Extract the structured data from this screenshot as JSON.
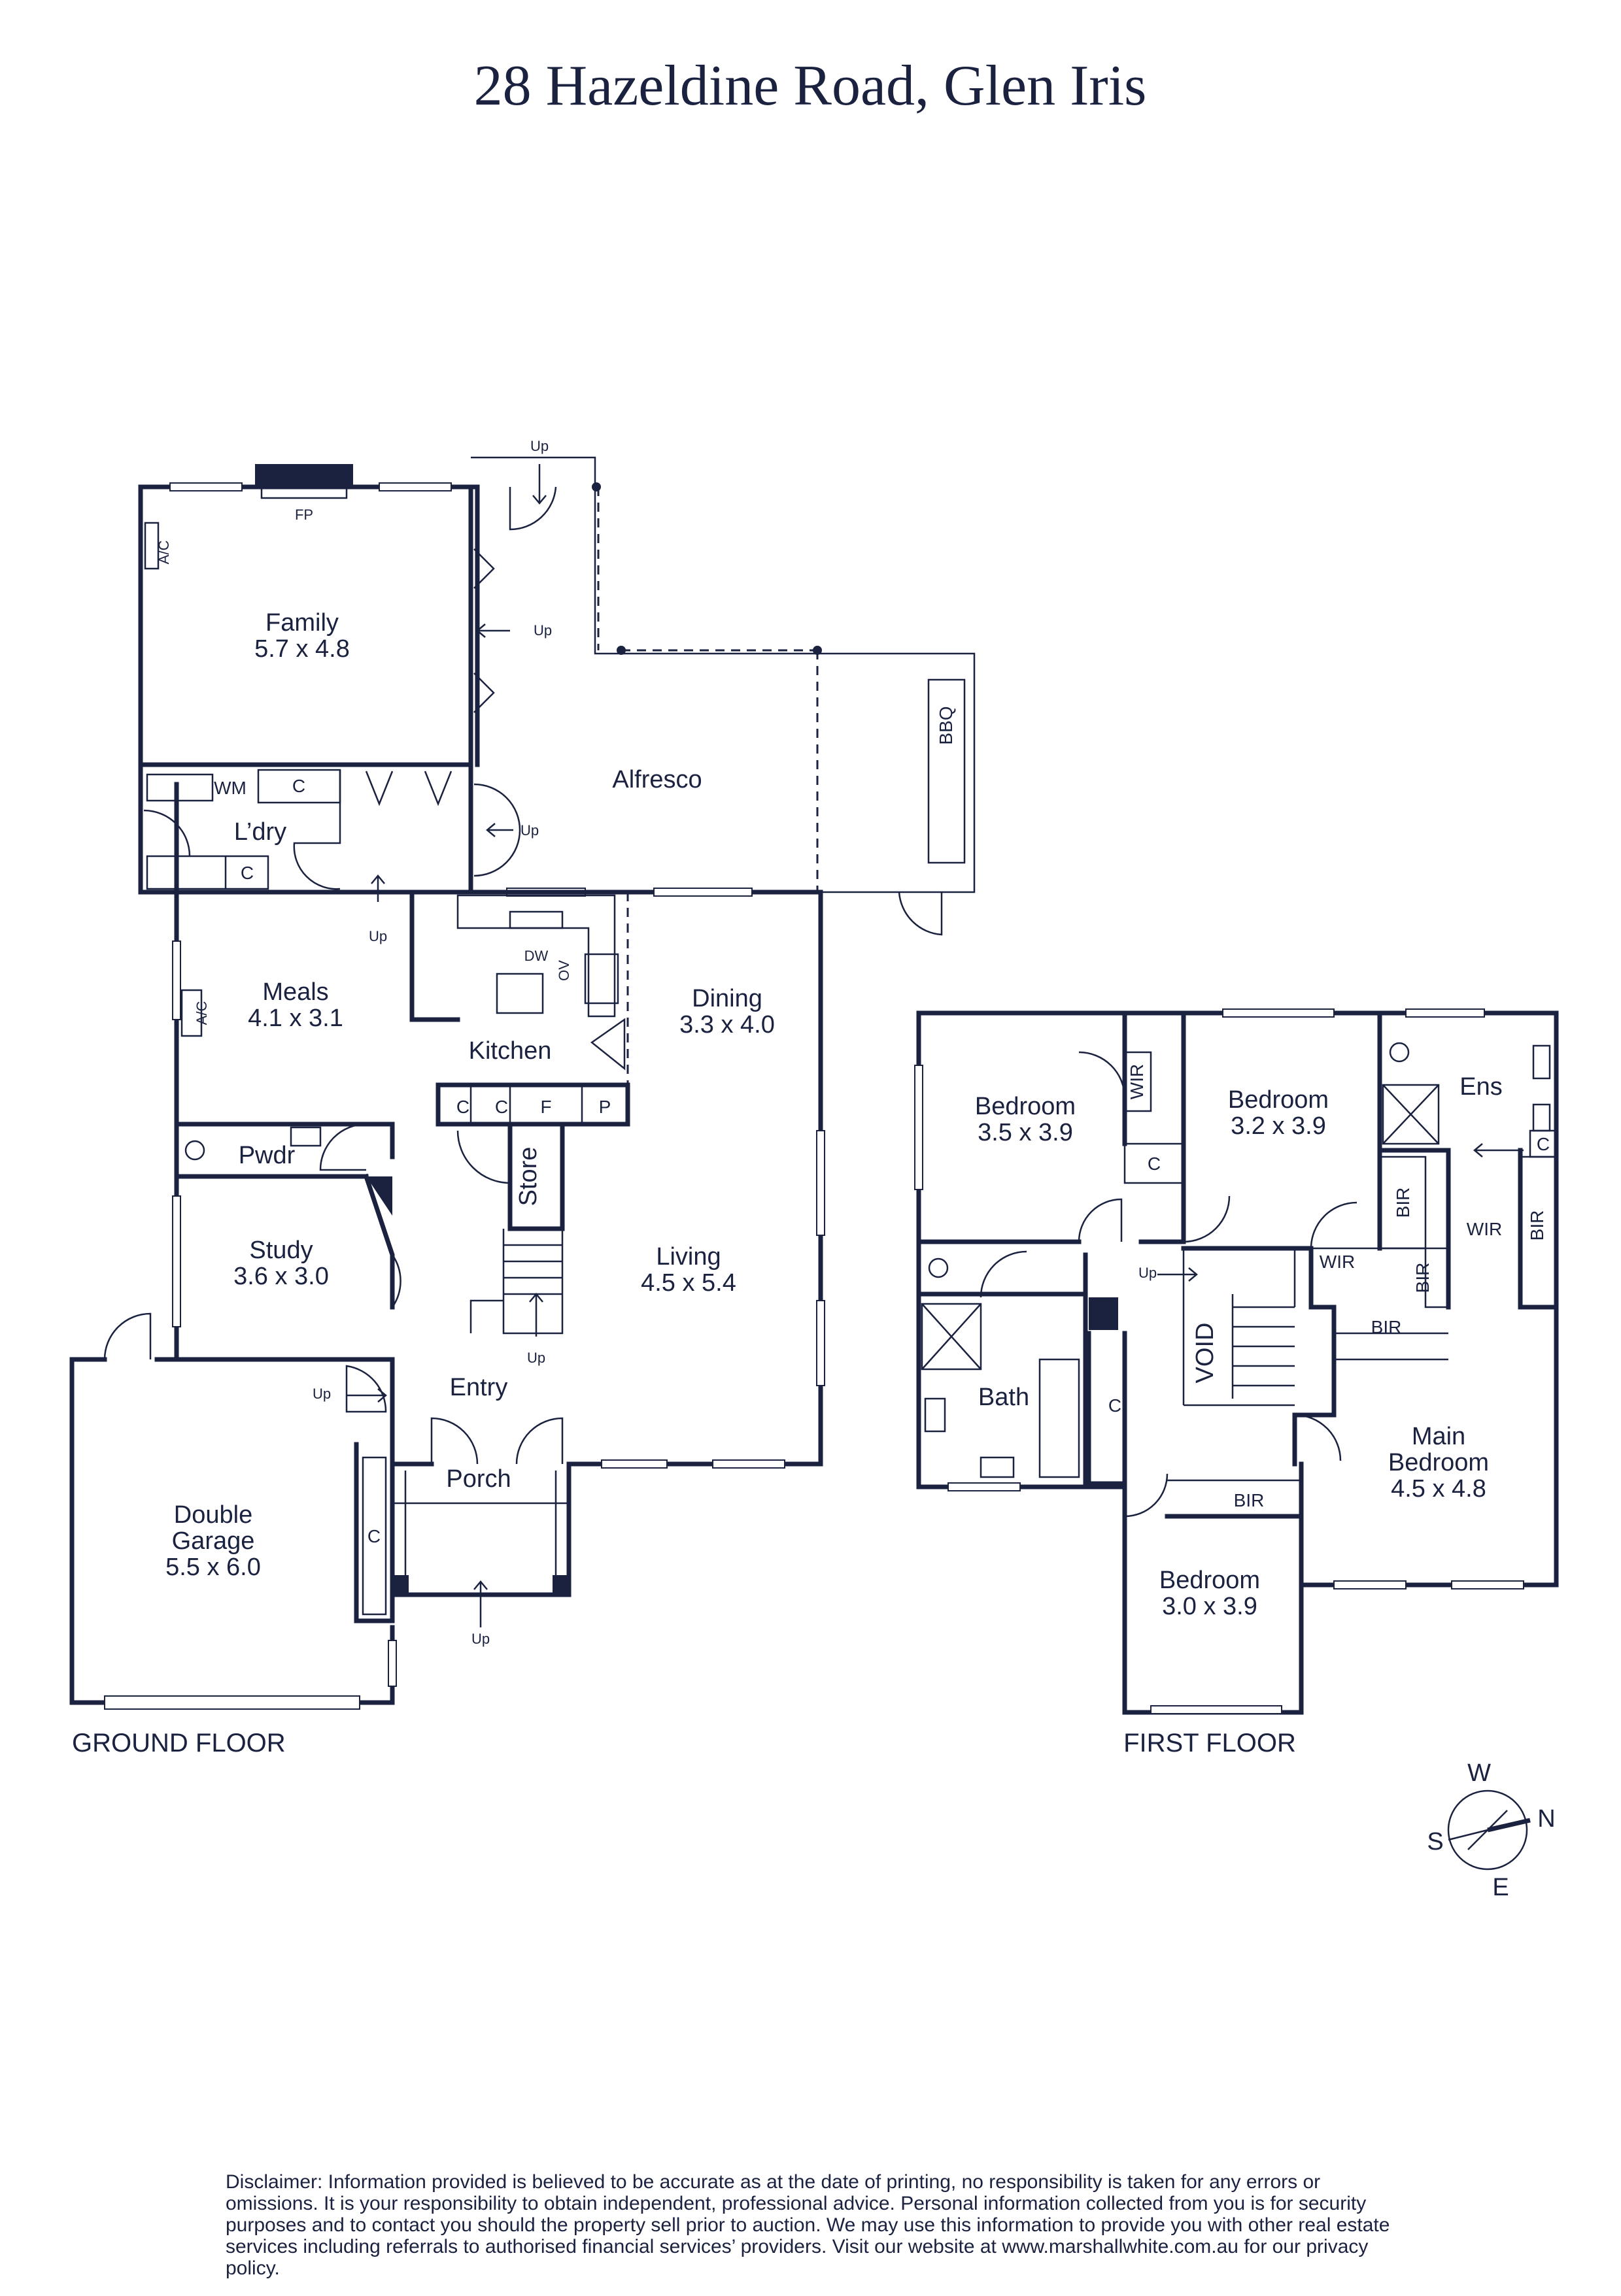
{
  "title": "28 Hazeldine Road, Glen Iris",
  "ground_floor": {
    "label": "GROUND FLOOR",
    "rooms": {
      "family": {
        "name": "Family",
        "dims": "5.7 x 4.8"
      },
      "alfresco": {
        "name": "Alfresco"
      },
      "laundry": {
        "name": "L’dry"
      },
      "meals": {
        "name": "Meals",
        "dims": "4.1 x 3.1"
      },
      "kitchen": {
        "name": "Kitchen"
      },
      "dining": {
        "name": "Dining",
        "dims": "3.3 x 4.0"
      },
      "pwdr": {
        "name": "Pwdr"
      },
      "store": {
        "name": "Store"
      },
      "study": {
        "name": "Study",
        "dims": "3.6 x 3.0"
      },
      "living": {
        "name": "Living",
        "dims": "4.5 x 5.4"
      },
      "entry": {
        "name": "Entry"
      },
      "porch": {
        "name": "Porch"
      },
      "garage": {
        "name_line1": "Double",
        "name_line2": "Garage",
        "dims": "5.5 x 6.0"
      }
    },
    "fixtures": {
      "fp": "FP",
      "ac": "A/C",
      "wm": "WM",
      "c": "C",
      "bbq": "BBQ",
      "dw": "DW",
      "ov": "OV",
      "f": "F",
      "p": "P",
      "up": "Up"
    }
  },
  "first_floor": {
    "label": "FIRST FLOOR",
    "rooms": {
      "bedroom_a": {
        "name": "Bedroom",
        "dims": "3.5 x 3.9"
      },
      "bedroom_b": {
        "name": "Bedroom",
        "dims": "3.2 x 3.9"
      },
      "ens": {
        "name": "Ens"
      },
      "bath": {
        "name": "Bath"
      },
      "void": {
        "name": "VOID"
      },
      "main_bedroom": {
        "name_line1": "Main",
        "name_line2": "Bedroom",
        "dims": "4.5 x 4.8"
      },
      "bedroom_c": {
        "name": "Bedroom",
        "dims": "3.0 x 3.9"
      }
    },
    "fixtures": {
      "wir": "WIR",
      "bir": "BIR",
      "c": "C",
      "up": "Up"
    }
  },
  "compass": {
    "n": "N",
    "s": "S",
    "e": "E",
    "w": "W"
  },
  "disclaimer": "Disclaimer: Information provided is believed to be accurate as at the date of printing, no responsibility is taken for any errors or omissions. It is your responsibility to obtain independent, professional advice. Personal information collected from you is for security purposes and to contact you should the property sell prior to auction. We may use this information to provide you with other real estate services including referrals to authorised financial services’ providers. Visit our website at www.marshallwhite.com.au for our privacy policy.",
  "colors": {
    "ink": "#1b2240",
    "background": "#ffffff"
  }
}
